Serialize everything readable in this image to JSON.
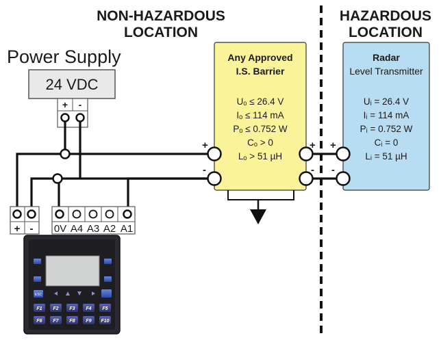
{
  "headings": {
    "non_hazardous": [
      "NON-HAZARDOUS",
      "LOCATION"
    ],
    "hazardous": [
      "HAZARDOUS",
      "LOCATION"
    ]
  },
  "power_supply": {
    "title": "Power Supply",
    "voltage": "24 VDC",
    "plus": "+",
    "minus": "-"
  },
  "barrier": {
    "title": [
      "Any Approved",
      "I.S. Barrier"
    ],
    "specs": [
      "Uₒ ≤ 26.4 V",
      "Iₒ ≤ 114 mA",
      "Pₒ ≤ 0.752 W",
      "Cₒ > 0",
      "Lₒ > 51 µH"
    ],
    "left_plus": "+",
    "left_minus": "-",
    "right_plus": "+",
    "right_minus": "-",
    "color": "#fbf39a"
  },
  "transmitter": {
    "title": "Radar",
    "subtitle": "Level Transmitter",
    "specs": [
      "Uᵢ = 26.4 V",
      "Iᵢ = 114 mA",
      "Pᵢ = 0.752 W",
      "Cᵢ = 0",
      "Lᵢ = 51 µH"
    ],
    "plus": "+",
    "minus": "-",
    "color": "#b8dcf2"
  },
  "controller_terminals": {
    "power": [
      "+",
      "-"
    ],
    "analog": [
      "0V",
      "A4",
      "A3",
      "A2",
      "A1"
    ]
  },
  "controller_keys": {
    "esc": "ESC",
    "function_keys": [
      "F1",
      "F2",
      "F3",
      "F4",
      "F5",
      "F6",
      "F7",
      "F8",
      "F9",
      "F10"
    ]
  }
}
